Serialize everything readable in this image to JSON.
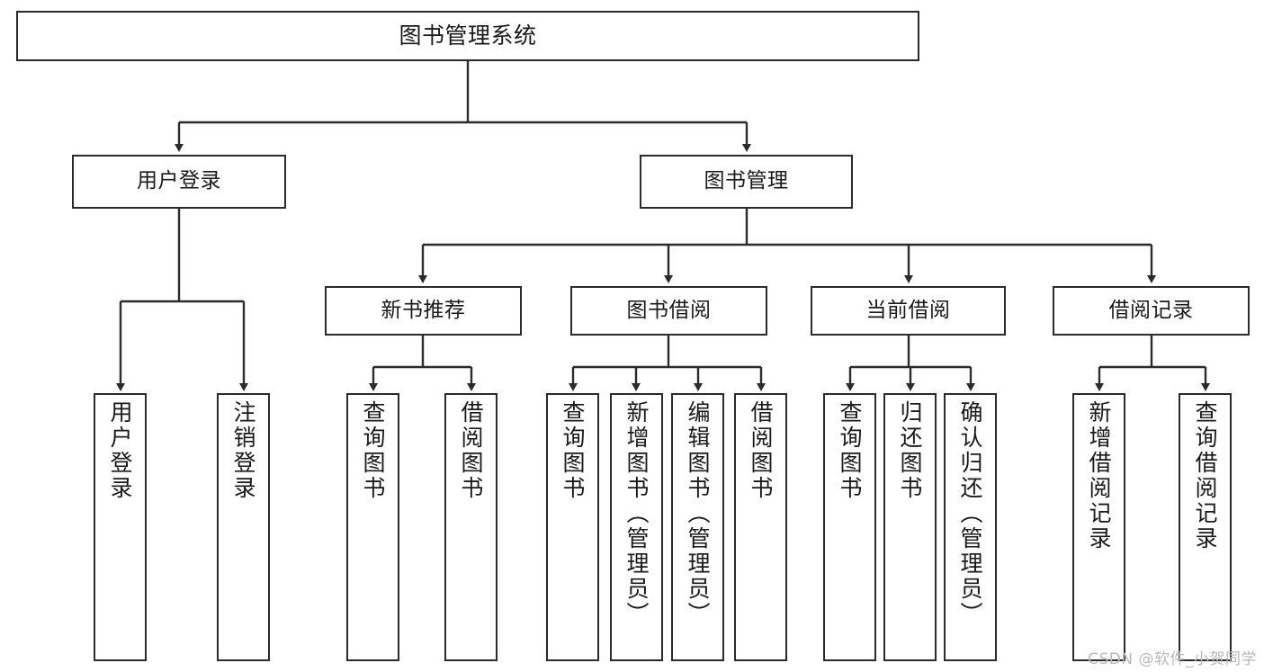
{
  "diagram": {
    "title": "图书管理系统",
    "type": "hierarchy-tree",
    "orientation": "top-down",
    "colors": {
      "box_border": "#2b2b2b",
      "box_fill": "#ffffff",
      "edge": "#2b2b2b",
      "text": "#1a1a1a",
      "watermark": "#b9b9b9",
      "background": "#ffffff"
    },
    "watermark": "CSDN @软件_小贺同学"
  },
  "nodes": {
    "root": {
      "label": "图书管理系统"
    },
    "level2": [
      {
        "id": "user-login",
        "label": "用户登录"
      },
      {
        "id": "book-management",
        "label": "图书管理"
      }
    ],
    "level3": [
      {
        "id": "new-book-recommend",
        "label": "新书推荐"
      },
      {
        "id": "book-borrow",
        "label": "图书借阅"
      },
      {
        "id": "current-borrow",
        "label": "当前借阅"
      },
      {
        "id": "borrow-record",
        "label": "借阅记录"
      }
    ],
    "leaves": {
      "user-login": [
        {
          "id": "leaf-user-login",
          "label": "用户登录"
        },
        {
          "id": "leaf-logout-login",
          "label": "注销登录"
        }
      ],
      "new-book-recommend": [
        {
          "id": "leaf-query-book-1",
          "label": "查询图书"
        },
        {
          "id": "leaf-borrow-book-1",
          "label": "借阅图书"
        }
      ],
      "book-borrow": [
        {
          "id": "leaf-query-book-2",
          "label": "查询图书"
        },
        {
          "id": "leaf-add-book-admin",
          "label": "新增图书（管理员）"
        },
        {
          "id": "leaf-edit-book-admin",
          "label": "编辑图书（管理员）"
        },
        {
          "id": "leaf-borrow-book-2",
          "label": "借阅图书"
        }
      ],
      "current-borrow": [
        {
          "id": "leaf-query-book-3",
          "label": "查询图书"
        },
        {
          "id": "leaf-return-book",
          "label": "归还图书"
        },
        {
          "id": "leaf-confirm-return-admin",
          "label": "确认归还（管理员）"
        }
      ],
      "borrow-record": [
        {
          "id": "leaf-add-borrow-record",
          "label": "新增借阅记录"
        },
        {
          "id": "leaf-query-borrow-record",
          "label": "查询借阅记录"
        }
      ]
    }
  }
}
